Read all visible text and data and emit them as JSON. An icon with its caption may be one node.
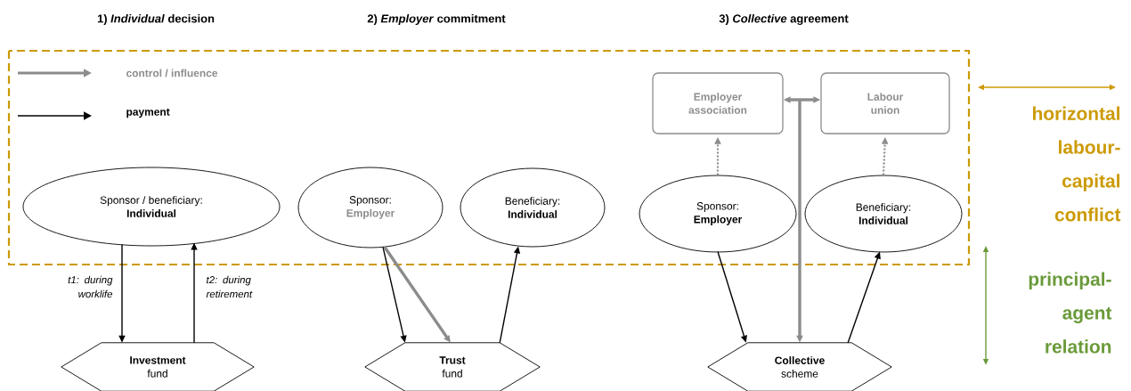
{
  "diagram": {
    "nodes": [
      {
        "text": [
          "Sponsor / beneficiary:",
          "Individual"
        ]
      },
      {
        "text": [
          "Investment",
          "fund"
        ]
      },
      {
        "text": [
          "Sponsor:",
          "Employer"
        ]
      },
      {
        "text": [
          "Beneficiary:",
          "Individual"
        ]
      },
      {
        "text": [
          "Trust",
          "fund"
        ]
      },
      {
        "text": [
          "Employer association"
        ]
      },
      {
        "text": [
          "Labour union"
        ]
      },
      {
        "text": [
          "Sponsor:",
          "Employer"
        ]
      },
      {
        "text": [
          "Beneficiary:",
          "Individual"
        ]
      },
      {
        "text": [
          "Collective",
          "scheme"
        ]
      }
    ],
    "edges": [
      {
        "from": 0,
        "to": 1,
        "arrow": "to",
        "label": "t1: during worklife"
      },
      {
        "from": 1,
        "to": 0,
        "arrow": "to",
        "label": "t2: during retirement"
      },
      {
        "from": 2,
        "to": 4,
        "arrow": "to"
      },
      {
        "from": 2,
        "to": 4,
        "arrow": "to",
        "style": "thick",
        "color": "#8c8c8c"
      },
      {
        "from": 4,
        "to": 3,
        "arrow": "to"
      },
      {
        "from": 7,
        "to": 5,
        "arrow": "to",
        "style": "dashed",
        "color": "#8c8c8c"
      },
      {
        "from": 8,
        "to": 6,
        "arrow": "to",
        "style": "dashed",
        "color": "#8c8c8c"
      },
      {
        "from": 5,
        "to": 6,
        "arrow": "both",
        "style": "thick",
        "color": "#8c8c8c"
      },
      {
        "from": null,
        "to": 9,
        "arrow": "to",
        "style": "thick",
        "color": "#8c8c8c"
      },
      {
        "from": 7,
        "to": 9,
        "arrow": "to"
      },
      {
        "from": 9,
        "to": 8,
        "arrow": "to"
      }
    ],
    "labels": [
      "1) *Individual* decision",
      "2) *Employer* commitment",
      "3) *Collective* agreement",
      "horizontal labour-capital conflict",
      "principal-agent relation"
    ],
    "legend": [
      {
        "text": "control / influence"
      },
      {
        "text": "payment"
      }
    ]
  }
}
